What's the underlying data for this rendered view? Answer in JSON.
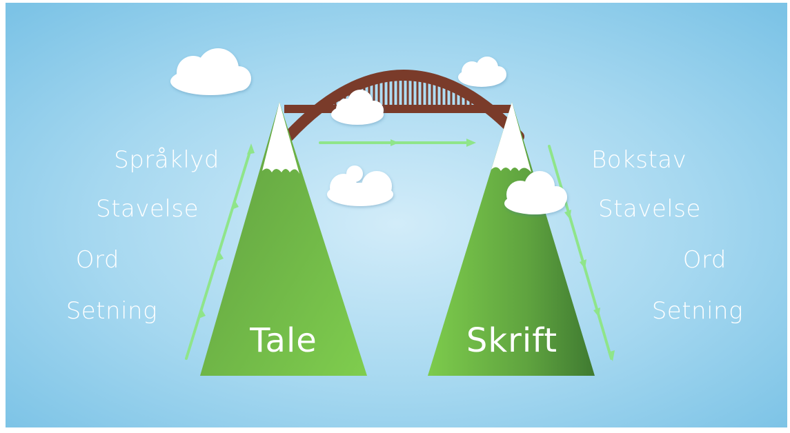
{
  "diagram": {
    "left_mountain": {
      "label": "Tale",
      "steps": [
        "Språklyd",
        "Stavelse",
        "Ord",
        "Setning"
      ]
    },
    "right_mountain": {
      "label": "Skrift",
      "steps": [
        "Bokstav",
        "Stavelse",
        "Ord",
        "Setning"
      ]
    }
  },
  "colors": {
    "sky_center": "#cfeaf8",
    "sky_edge": "#7fc6e8",
    "mountain_light": "#7cc84d",
    "mountain_dark": "#4a8a35",
    "bridge": "#7a3b2a",
    "arrow": "#8fe58a",
    "cloud": "#ffffff",
    "text": "#ffffff"
  }
}
